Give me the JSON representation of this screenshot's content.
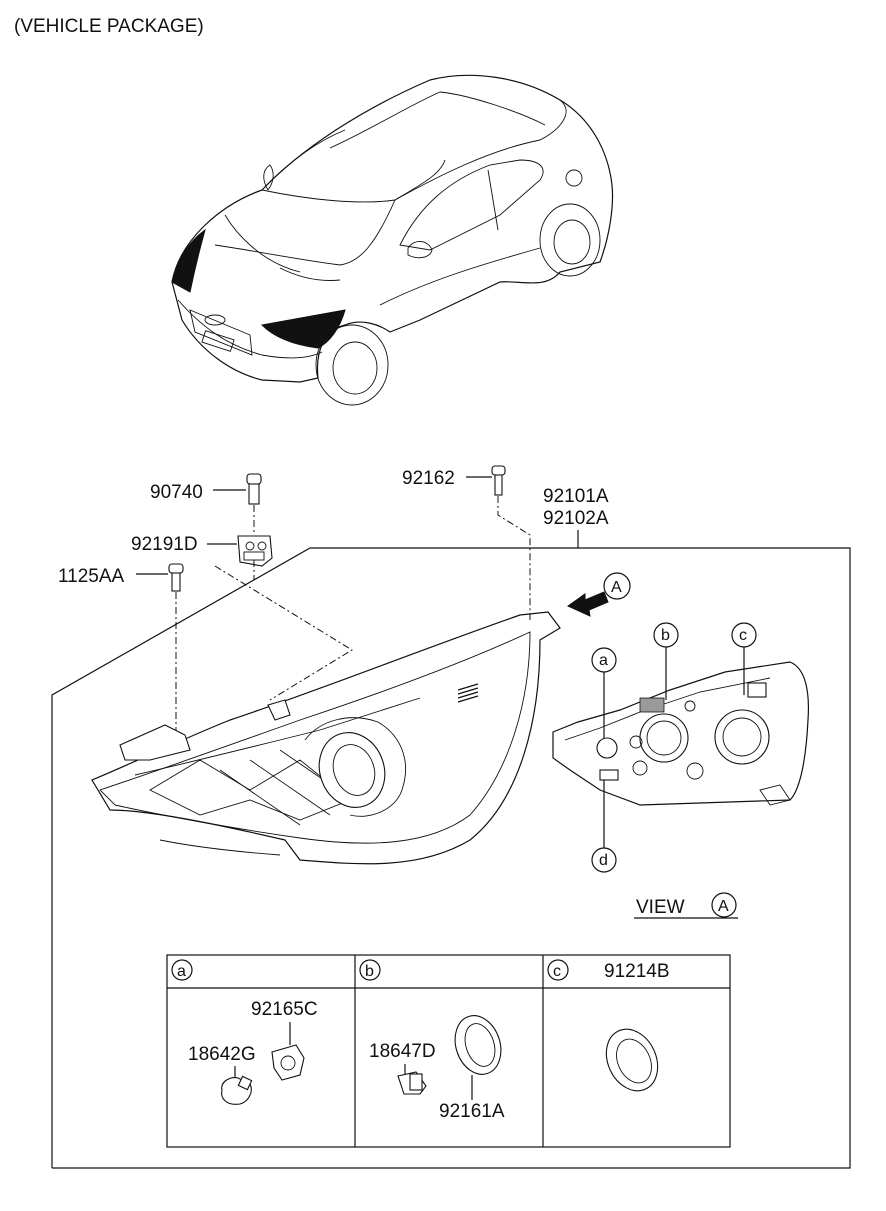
{
  "header": {
    "title": "(VEHICLE PACKAGE)"
  },
  "labels": {
    "p90740": "90740",
    "p92191D": "92191D",
    "p1125AA": "1125AA",
    "p92162": "92162",
    "p92101A": "92101A",
    "p92102A": "92102A",
    "view_text": "VIEW",
    "view_letter": "A",
    "arrow_letter": "A",
    "callout_a": "a",
    "callout_b": "b",
    "callout_c": "c",
    "callout_d": "d"
  },
  "parts_table": {
    "col_a": {
      "letter": "a",
      "parts": [
        "92165C",
        "18642G"
      ]
    },
    "col_b": {
      "letter": "b",
      "parts": [
        "18647D",
        "92161A"
      ]
    },
    "col_c": {
      "letter": "c",
      "title": "91214B"
    }
  }
}
